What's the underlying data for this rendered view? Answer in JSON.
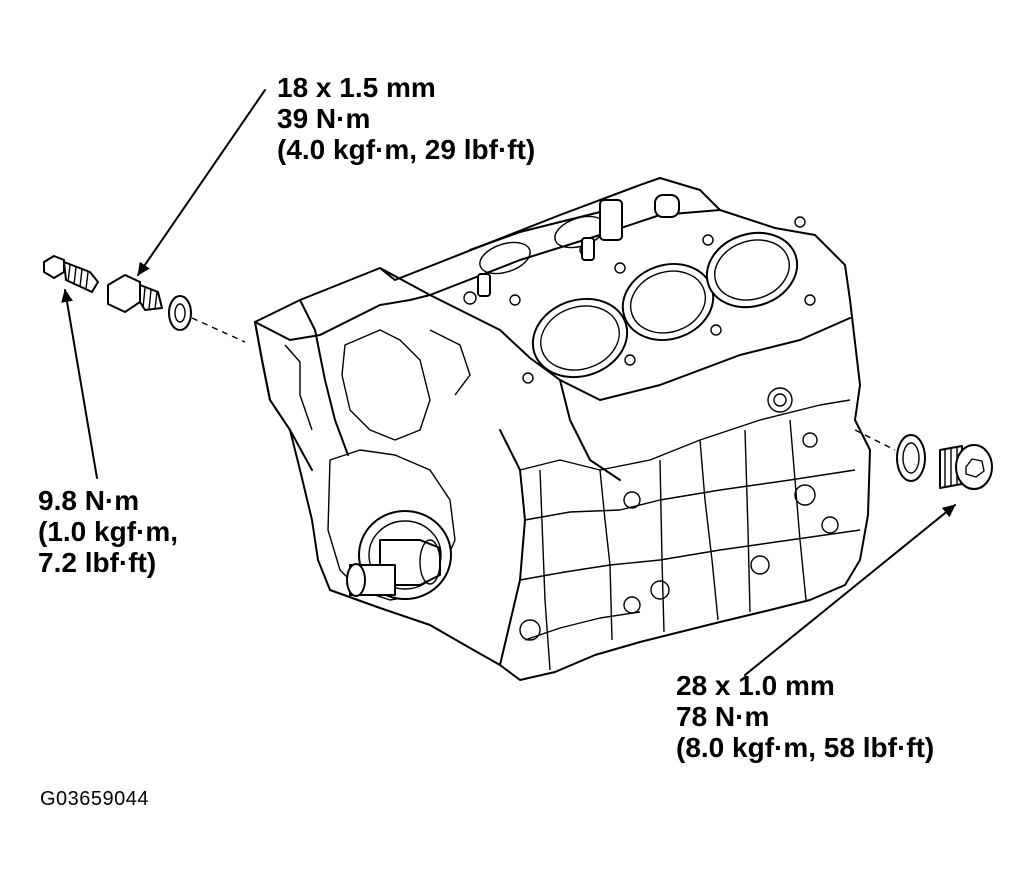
{
  "callouts": {
    "top": {
      "line1": "18 x 1.5 mm",
      "line2": "39 N·m",
      "line3": "(4.0 kgf·m, 29 lbf·ft)"
    },
    "left": {
      "line1": "9.8 N·m",
      "line2": "(1.0 kgf·m,",
      "line3": "7.2 lbf·ft)"
    },
    "right": {
      "line1": "28 x 1.0 mm",
      "line2": "78 N·m",
      "line3": "(8.0 kgf·m, 58 lbf·ft)"
    }
  },
  "figure_id": "G03659044",
  "colors": {
    "ink": "#000000",
    "background": "#ffffff"
  }
}
